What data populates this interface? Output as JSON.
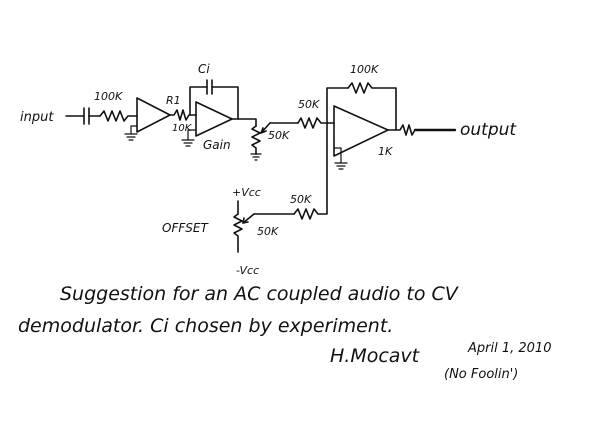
{
  "labels": {
    "input": "input",
    "r_input": "100K",
    "r1": "R1",
    "r1_value": "10K",
    "ci": "Ci",
    "gain": "Gain",
    "gain_pot": "50K",
    "r_feedback": "100K",
    "r_sum": "50K",
    "r_out": "1K",
    "output": "output",
    "vcc_pos": "+Vcc",
    "offset": "OFFSET",
    "offset_pot": "50K",
    "r_offset": "50K",
    "vcc_neg": "-Vcc"
  },
  "notes": {
    "line1": "Suggestion for an AC coupled audio to CV",
    "line2": "demodulator. Ci chosen by experiment."
  },
  "signature": {
    "name": "H.Mocavt",
    "date": "April 1, 2010",
    "aside": "(No Foolin')"
  }
}
